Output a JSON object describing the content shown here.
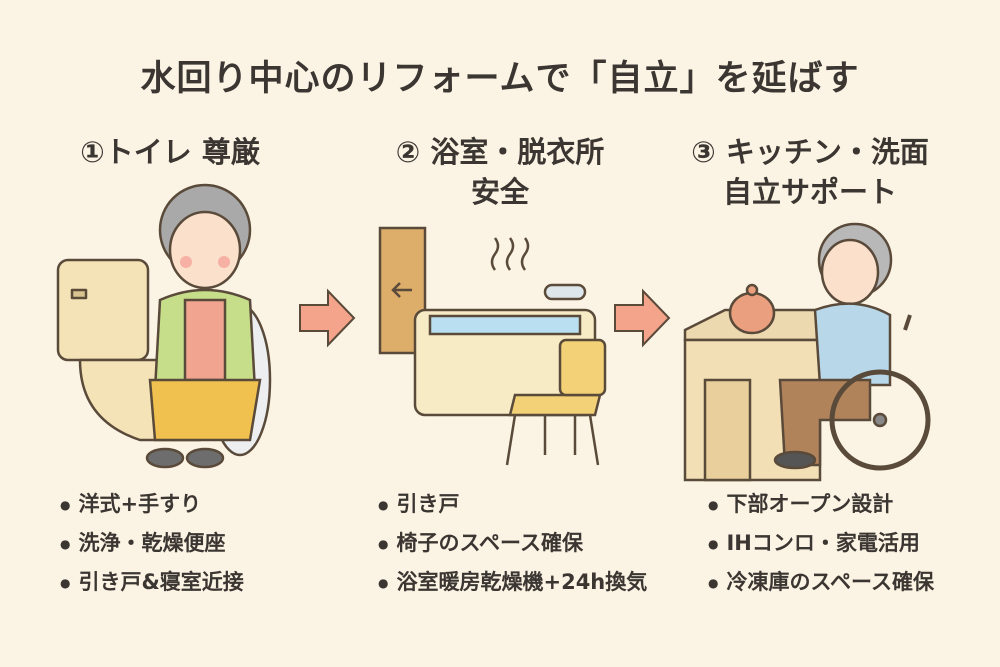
{
  "title": "水回り中心のリフォームで「自立」を延ばす",
  "sections": [
    {
      "heading_line1": "①トイレ 尊厳",
      "heading_line2": "",
      "bullets": [
        "洋式+手すり",
        "洗浄・乾燥便座",
        "引き戸&寝室近接"
      ]
    },
    {
      "heading_line1": "② 浴室・脱衣所",
      "heading_line2": "安全",
      "bullets": [
        "引き戸",
        "椅子のスペース確保",
        "浴室暖房乾燥機+24h換気"
      ]
    },
    {
      "heading_line1": "③ キッチン・洗面",
      "heading_line2": "自立サポート",
      "bullets": [
        "下部オープン設計",
        "IHコンロ・家電活用",
        "冷凍庫のスペース確保"
      ]
    }
  ],
  "colors": {
    "background": "#fbf4e4",
    "text": "#3b3632",
    "arrow": "#f3a48a"
  }
}
